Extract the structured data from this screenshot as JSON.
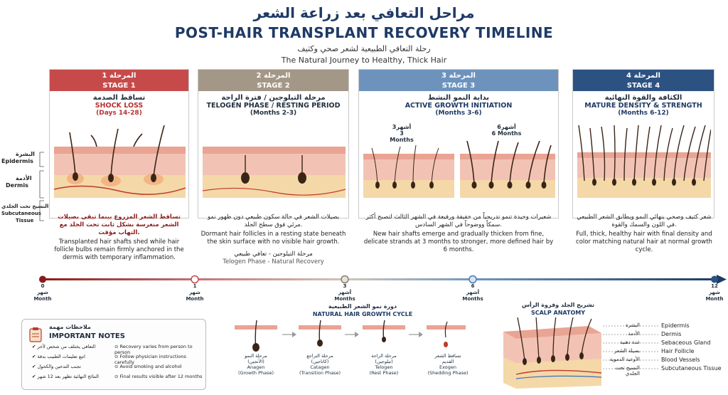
{
  "title": {
    "ar": "مراحل التعافي بعد زراعة الشعر",
    "en": "POST-HAIR TRANSPLANT RECOVERY TIMELINE",
    "sub_ar": "رحلة التعافي الطبيعية لشعر صحي وكثيف",
    "sub_en": "The Natural Journey to Healthy, Thick Hair"
  },
  "side_labels": {
    "epidermis_ar": "البشرة",
    "epidermis_en": "Epidermis",
    "dermis_ar": "الأدمة",
    "dermis_en": "Dermis",
    "subcut_ar": "النسيج تحت الجلدي",
    "subcut_en1": "Subcutaneous",
    "subcut_en2": "Tissue"
  },
  "stages": [
    {
      "color": "#c74a4a",
      "num_ar": "المرحلة 1",
      "num_en": "STAGE 1",
      "name_ar": "تساقط الصدمة",
      "name_en": "SHOCK LOSS",
      "period": "(Days 14-28)",
      "desc_ar": "تساقط الشعر المزروع بينما تبقى بصيلات الشعر منغرسة بشكل ثابت تحت الجلد مع التهاب مؤقت.",
      "desc_en": "Transplanted hair shafts shed while hair follicle bulbs remain firmly anchored in the dermis with temporary inflammation."
    },
    {
      "color": "#a39787",
      "num_ar": "المرحلة 2",
      "num_en": "STAGE 2",
      "name_ar": "مرحلة التيلوجين / فترة الراحة",
      "name_en": "TELOGEN PHASE / RESTING PERIOD",
      "period": "(Months 2-3)",
      "desc_ar": "بصيلات الشعر في حالة سكون طبيعي دون ظهور نمو مرئي فوق سطح الجلد.",
      "desc_en": "Dormant hair follicles in a resting state beneath the skin surface with no visible hair growth.",
      "extra_ar": "مرحلة التيلوجين - تعافي طبيعي",
      "extra_en": "Telogen Phase - Natural Recovery"
    },
    {
      "color": "#6d93bd",
      "num_ar": "المرحلة 3",
      "num_en": "STAGE 3",
      "name_ar": "بداية النمو النشط",
      "name_en": "ACTIVE GROWTH INITIATION",
      "period": "(Months 3-6)",
      "sub1_ar": "3أشهر",
      "sub1_en": "3 Months",
      "sub2_ar": "6أشهر",
      "sub2_en": "6 Months",
      "desc_ar": "شعيرات وحيدة تنمو تدريجياً من خفيفة ورفيعة في الشهر الثالث لتصبح أكثر سمكاً ووضوحاً في الشهر السادس.",
      "desc_en": "New hair shafts emerge and gradually thicken from fine, delicate strands at 3 months to stronger, more defined hair by 6 months."
    },
    {
      "color": "#2c5282",
      "num_ar": "المرحلة 4",
      "num_en": "STAGE 4",
      "name_ar": "الكثافة والقوة النهائية",
      "name_en": "MATURE DENSITY & STRENGTH",
      "period": "(Months 6-12)",
      "desc_ar": "شعر كثيف وصحي بنهائي النمو ويطابق الشعر الطبيعي في اللون والسمك والقوة.",
      "desc_en": "Full, thick, healthy hair with final density and color matching natural hair at normal growth cycle."
    }
  ],
  "timeline": [
    {
      "num": "0",
      "ar": "شهر",
      "en": "Month",
      "color": "#8b1a1a"
    },
    {
      "num": "1",
      "ar": "شهر",
      "en": "Month",
      "color": "#e8a0a0"
    },
    {
      "num": "3",
      "ar": "أشهر",
      "en": "Months",
      "color": "#cfc6b8"
    },
    {
      "num": "6",
      "ar": "أشهر",
      "en": "Months",
      "color": "#6d93bd"
    },
    {
      "num": "12",
      "ar": "شهر",
      "en": "Month",
      "color": "#2c5282"
    }
  ],
  "notes": {
    "head_ar": "ملاحظات مهمة",
    "head_en": "IMPORTANT NOTES",
    "ar": [
      "التعافي يختلف من شخص لآخر",
      "اتبع تعليمات الطبيب بدقة",
      "تجنب التدخين والكحول",
      "النتائج النهائية تظهر بعد 12 شهر"
    ],
    "en": [
      "Recovery varies from person to person",
      "Follow physician instructions carefully",
      "Avoid smoking and alcohol",
      "Final results visible after 12 months"
    ]
  },
  "cycle": {
    "title_ar": "دورة نمو الشعر الطبيعية",
    "title_en": "NATURAL HAIR GROWTH CYCLE",
    "items": [
      {
        "ar1": "مرحلة النمو",
        "ar2": "(الأنجين)",
        "en1": "Anagen",
        "en2": "(Growth Phase)"
      },
      {
        "ar1": "مرحلة التراجع",
        "ar2": "(كاتاجين)",
        "en1": "Catagen",
        "en2": "(Transition Phase)"
      },
      {
        "ar1": "مرحلة الراحة",
        "ar2": "(تيلوجين)",
        "en1": "Telogen",
        "en2": "(Rest Phase)"
      },
      {
        "ar1": "تساقط الشعر",
        "ar2": "القديم",
        "en1": "Exogen",
        "en2": "(Shedding Phase)"
      }
    ]
  },
  "anatomy": {
    "title_ar": "تشريح الجلد وفروة الرأس",
    "title_en": "SCALP ANATOMY",
    "labels": [
      {
        "ar": "البشرة",
        "en": "Epidermis"
      },
      {
        "ar": "الأدمة",
        "en": "Dermis"
      },
      {
        "ar": "غدة دهنية",
        "en": "Sebaceous Gland"
      },
      {
        "ar": "بصيلة الشعر",
        "en": "Hair Follicle"
      },
      {
        "ar": "الأوعية الدموية",
        "en": "Blood Vessels"
      },
      {
        "ar": "النسيج تحت الجلدي",
        "en": "Subcutaneous Tissue"
      }
    ]
  }
}
